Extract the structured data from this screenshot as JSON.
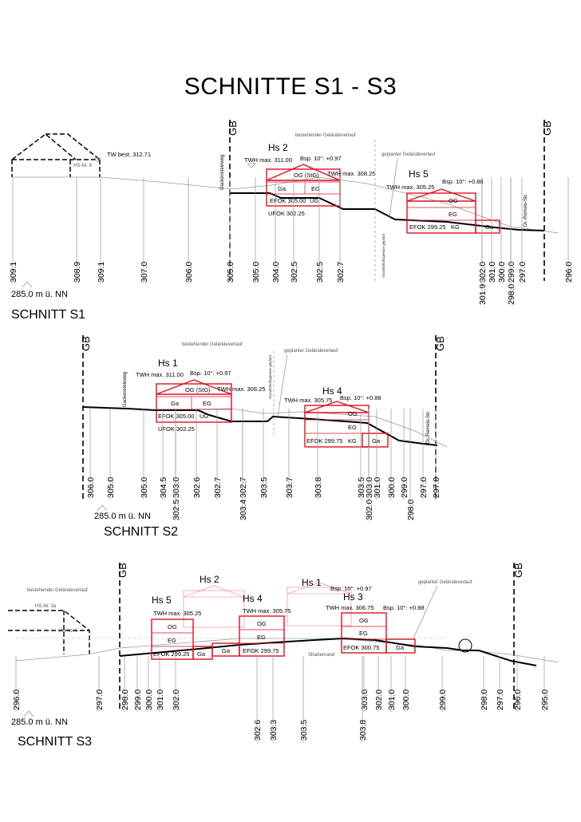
{
  "title": "SCHNITTE S1 - S3",
  "s1": {
    "label": "SCHNITT  S1",
    "gb": "GB",
    "street_left": "Gackensteinweg",
    "street_right": "Dr.-Remeis-Str.",
    "existing_terrain": "bestehender Geländeverlauf",
    "planned_terrain": "geplanter Geländeverlauf",
    "property_line": "Grundstücksgrenze geplant",
    "tw_best": "TW best. 312.71",
    "hs_nr": "HS-Nr. 9",
    "reference": "285.0 m ü. NN",
    "hs2": {
      "name": "Hs 2",
      "twh": "TWH max. 311.00",
      "bsp": "Bsp. 10°: +0.97",
      "twh2": "TWH max. 308.25",
      "og": "OG (StG)",
      "ga": "Ga",
      "eg": "EG",
      "efok": "EFOK 305.00",
      "ug": "UG",
      "ufok": "UFOK 302.25"
    },
    "hs5": {
      "name": "Hs 5",
      "twh": "TWH max. 305.25",
      "bsp": "Bsp. 10°: +0.88",
      "og": "OG",
      "eg": "EG",
      "efok": "EFOK 299.25",
      "kg": "KG",
      "ga": "Ga"
    },
    "heights_top": [
      "309.1",
      "308.9",
      "309.1",
      "307.0",
      "306.0",
      "305.0",
      "305.0",
      "304.0",
      "302.5",
      "302.5",
      "302.7",
      "302.0",
      "301.0",
      "300.0",
      "299.0",
      "297.0",
      "296.0"
    ],
    "heights_bottom": [
      "301.9",
      "298.0"
    ]
  },
  "s2": {
    "label": "SCHNITT  S2",
    "gb": "GB",
    "street_left": "Gackensteinweg",
    "street_right": "Dr.-Remeis-Str.",
    "existing_terrain": "bestehender Geländeverlauf",
    "planned_terrain": "geplanter Geländeverlauf",
    "property_line": "Grundstücksgrenze geplant",
    "reference": "285.0 m ü. NN",
    "hs1": {
      "name": "Hs 1",
      "twh": "TWH max. 311.00",
      "bsp": "Bsp. 10°: +0.97",
      "twh2": "TWH max. 308.25",
      "og": "OG (StG)",
      "ga": "Ga",
      "eg": "EG",
      "efok": "EFOK 305.00",
      "ug": "UG",
      "ufok": "UFOK 302.25"
    },
    "hs4": {
      "name": "Hs 4",
      "twh": "TWH max. 305.75",
      "bsp": "Bsp. 10°: +0.88",
      "og": "OG",
      "eg": "EG",
      "efok": "EFOK 299.75",
      "kg": "KG",
      "ga": "Ga"
    },
    "heights_top": [
      "306.0",
      "305.0",
      "305.0",
      "304.5",
      "303.0",
      "302.6",
      "302.7",
      "302.7",
      "303.5",
      "303.7",
      "303.8",
      "303.5",
      "303.0",
      "301.0",
      "300.0",
      "299.0",
      "297.0",
      "297.0"
    ],
    "heights_bottom": [
      "302.5",
      "303.4",
      "302.0",
      "298.0"
    ]
  },
  "s3": {
    "label": "SCHNITT  S3",
    "gb": "GB",
    "existing_terrain": "bestehender Geländeverlauf",
    "planned_terrain": "geplanter Geländeverlauf",
    "road_edge": "Straßenrand",
    "hs_nr_a": "HS-Nr. 3a",
    "hs_nr_b": "HS-Nr. 6",
    "reference": "285.0 m ü. NN",
    "hs2_name": "Hs 2",
    "hs1_name": "Hs 1",
    "hs1_bsp": "Bsp. 10°: +0.97",
    "hs5": {
      "name": "Hs 5",
      "twh": "TWH max. 305.25",
      "og": "OG",
      "eg": "EG",
      "efok": "EFOK 299.25",
      "ga": "Ga"
    },
    "hs4": {
      "name": "Hs 4",
      "twh": "TWH max. 305.75",
      "og": "OG",
      "eg": "EG",
      "efok": "EFOK 299.75",
      "ga": "Ga"
    },
    "hs3": {
      "name": "Hs 3",
      "twh": "TWH max. 306.75",
      "bsp": "Bsp. 10°: +0.88",
      "og": "OG",
      "eg": "EG",
      "efok": "EFOK 300.75",
      "ga": "Ga"
    },
    "heights_top": [
      "296.0",
      "297.0",
      "298.0",
      "299.0",
      "300.0",
      "301.0",
      "302.0",
      "303.0",
      "302.0",
      "301.0",
      "300.0",
      "299.0",
      "298.0",
      "297.0",
      "296.0",
      "295.0"
    ],
    "heights_bottom": [
      "302.6",
      "303.3",
      "303.5",
      "303.8"
    ]
  }
}
